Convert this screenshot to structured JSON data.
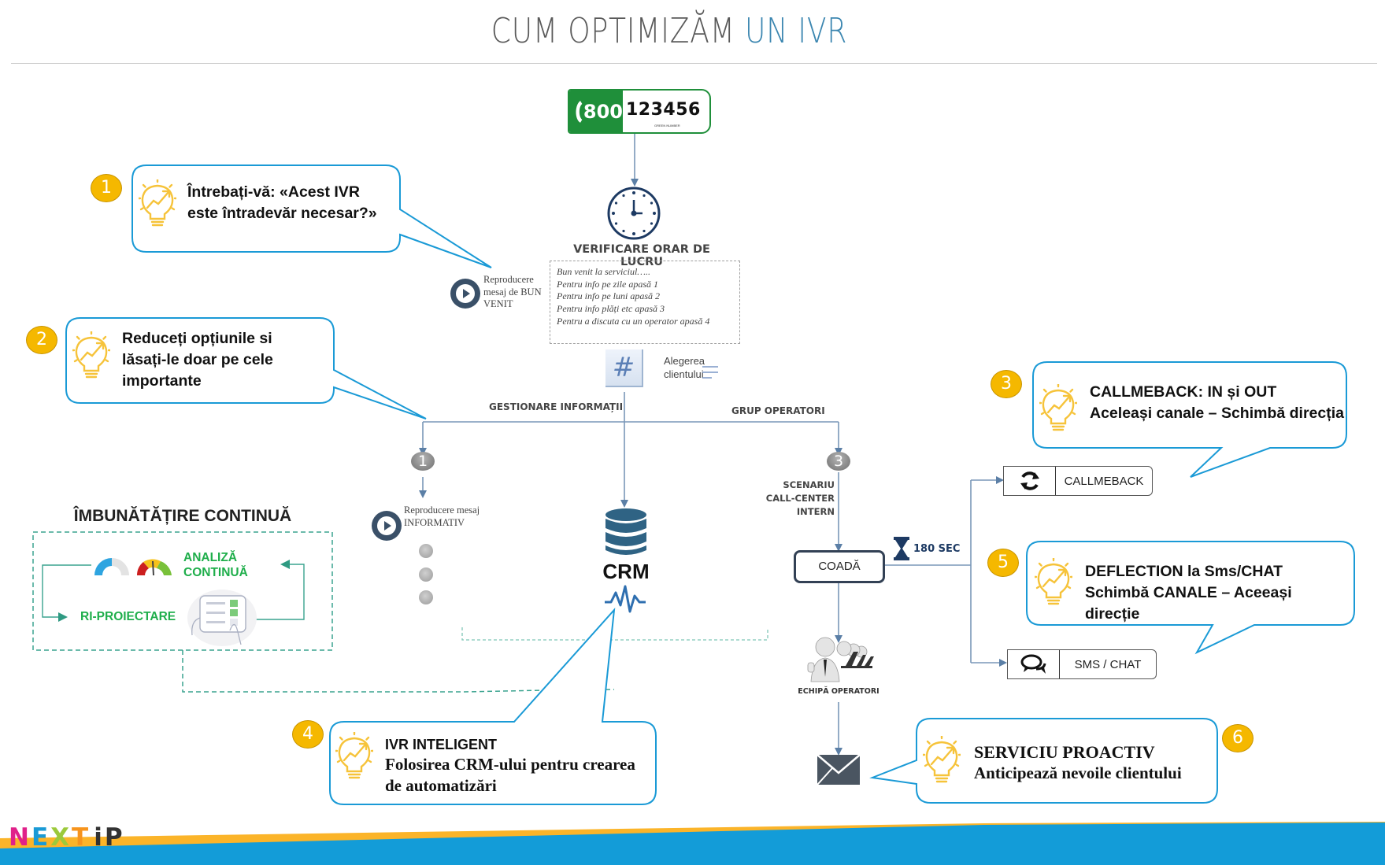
{
  "title": {
    "main": "CUM OPTIMIZĂM",
    "accent": "UN IVR"
  },
  "phone": {
    "prefix": "800",
    "number": "123456",
    "caption": "GREEN NUMBER"
  },
  "work_hours": {
    "label": "VERIFICARE ORAR DE LUCRU"
  },
  "welcome_message": {
    "label": "Reproducere mesaj de BUN VENIT"
  },
  "ivr_menu": {
    "lines": [
      "Bun venit la serviciul…..",
      "Pentru info pe zile apasă  1",
      "Pentru info pe luni apasă 2",
      "Pentru info plăți etc apasă 3",
      "Pentru a discuta cu un operator apasă 4"
    ]
  },
  "keypad": {
    "symbol": "#",
    "label": "Alegerea clientului"
  },
  "branches": {
    "left": {
      "label": "GESTIONARE INFORMAȚII",
      "number": "1",
      "message": "Reproducere mesaj INFORMATIV"
    },
    "right": {
      "label": "GRUP OPERATORI",
      "number": "3",
      "scenario": [
        "SCENARIU",
        "CALL-CENTER",
        "INTERN"
      ]
    }
  },
  "crm": {
    "label": "CRM"
  },
  "queue": {
    "label": "COADĂ",
    "timer": "180 SEC"
  },
  "operators": {
    "label": "ECHIPĂ OPERATORI"
  },
  "channels": [
    {
      "icon": "refresh-icon",
      "label": "CALLMEBACK"
    },
    {
      "icon": "chat-icon",
      "label": "SMS / CHAT"
    }
  ],
  "improvement": {
    "title": "ÎMBUNĂTĂȚIRE  CONTINUĂ",
    "analysis": [
      "ANALIZĂ",
      "CONTINUĂ"
    ],
    "redesign": "RI-PROIECTARE"
  },
  "callouts": [
    {
      "number": "1",
      "lines": [
        "Întrebați-vă: «Acest IVR",
        "este întradevăr necesar?»"
      ]
    },
    {
      "number": "2",
      "lines": [
        "Reduceți opțiunile si",
        "lăsați-le doar pe cele",
        "importante"
      ]
    },
    {
      "number": "3",
      "lines": [
        "CALLMEBACK:  IN și OUT",
        "Aceleași canale – Schimbă direcția"
      ]
    },
    {
      "number": "4",
      "lines": [
        " IVR INTELIGENT",
        "Folosirea CRM-ului pentru crearea",
        "de automatizări"
      ]
    },
    {
      "number": "5",
      "lines": [
        "DEFLECTION la Sms/CHAT",
        "Schimbă CANALE – Aceeași",
        "direcție"
      ]
    },
    {
      "number": "6",
      "lines": [
        "SERVICIU PROACTIV",
        "Anticipează nevoile clientului"
      ]
    }
  ],
  "brand": {
    "letters": [
      "N",
      "E",
      "X",
      "T",
      "i",
      "P"
    ],
    "colors": [
      "#e0218a",
      "#1a9ad6",
      "#9cc93b",
      "#f7941d",
      "#333333",
      "#333333"
    ]
  },
  "colors": {
    "accent_blue": "#3b86b0",
    "callout_border": "#1a9ad6",
    "badge": "#f5b800",
    "footer_orange": "#fbb429",
    "footer_blue": "#139cd8",
    "green": "#1fae4b"
  }
}
